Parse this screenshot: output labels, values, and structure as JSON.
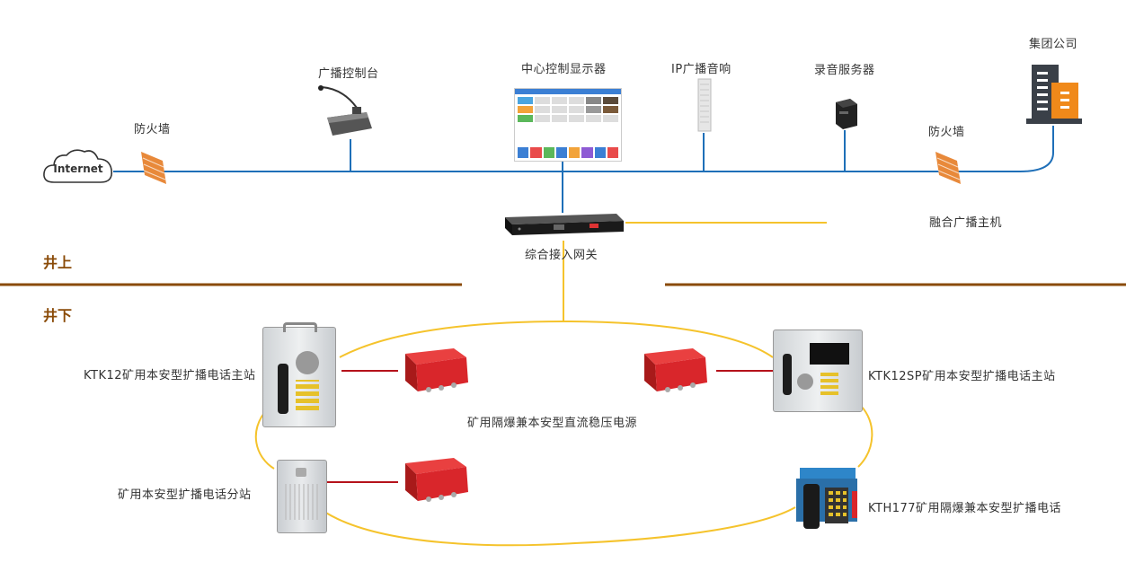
{
  "sections": {
    "above": "井上",
    "below": "井下"
  },
  "labels": {
    "internet": "Internet",
    "firewall_left": "防火墙",
    "console": "广播控制台",
    "display": "中心控制显示器",
    "ip_speaker": "IP广播音响",
    "recorder": "录音服务器",
    "firewall_right": "防火墙",
    "company": "集团公司",
    "gateway": "综合接入网关",
    "host": "融合广播主机",
    "ktk12": "KTK12矿用本安型扩播电话主站",
    "power": "矿用隔爆兼本安型直流稳压电源",
    "ktk12sp": "KTK12SP矿用本安型扩播电话主站",
    "substation": "矿用本安型扩播电话分站",
    "kth177": "KTH177矿用隔爆兼本安型扩播电话"
  },
  "colors": {
    "network_line": "#1e6fb8",
    "ring_line": "#f5c32c",
    "power_line": "#b5121b",
    "divider": "#8a4b08",
    "firewall": "#e8893a",
    "power_box": "#d9262b",
    "building": "#3a4048",
    "building_accent": "#f0891a"
  }
}
